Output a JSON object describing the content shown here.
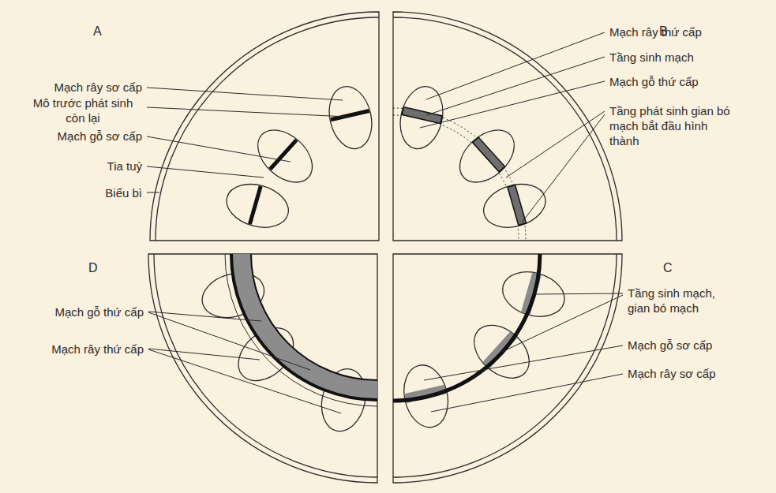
{
  "diagram": {
    "labels": [
      "A",
      "Mạch rây sơ cấp",
      "Mô trước phát sinh còn lại",
      "Mạch gỗ sơ cấp",
      "Tia tuỷ",
      "Biểu bì",
      "B",
      "Mạch rây thứ cấp",
      "Tầng sinh mạch",
      "Mạch gỗ thứ cấp",
      "Tầng phát sinh gian bó mạch bắt đầu hình thành",
      "D",
      "Mạch gỗ thứ cấp",
      "Mạch rây thứ cấp",
      "C",
      "Tầng sinh mạch, gian bó mạch",
      "Mạch gỗ sơ cấp",
      "Mạch rây sơ cấp"
    ]
  }
}
